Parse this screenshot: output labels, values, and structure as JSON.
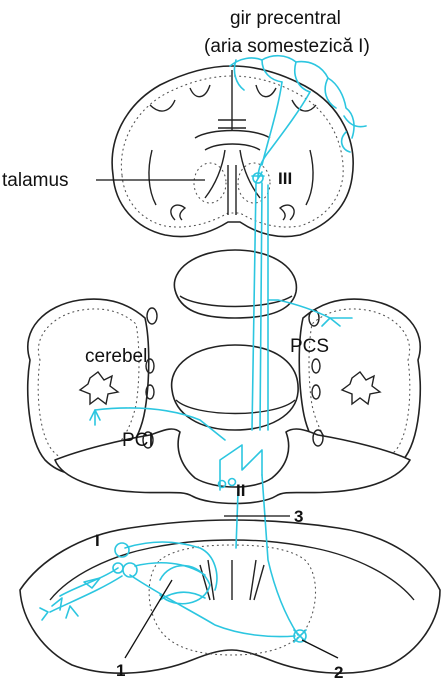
{
  "labels": {
    "precentral_line1": "gir precentral",
    "precentral_line2": "(aria somestezică I)",
    "thalamus": "talamus",
    "cerebellum": "cerebel",
    "pcs": "PCS",
    "pci": "PCI",
    "neuron_1": "I",
    "neuron_2": "II",
    "neuron_3": "III",
    "callout_1": "1",
    "callout_2": "2",
    "callout_3": "3"
  },
  "colors": {
    "pathway": "#2cc6e0",
    "outline": "#222222",
    "background": "#ffffff"
  }
}
